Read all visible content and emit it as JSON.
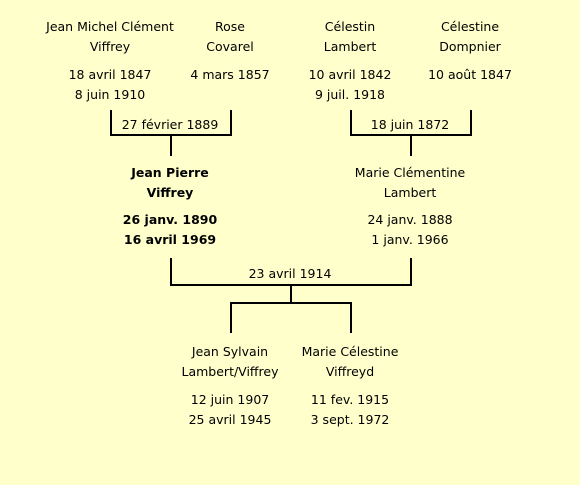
{
  "people": {
    "p1": {
      "name1": "Jean Michel Clément",
      "name2": "Viffrey",
      "birth": "18 avril 1847",
      "death": "8 juin 1910"
    },
    "p2": {
      "name1": "Rose",
      "name2": "Covarel",
      "birth": "4 mars 1857"
    },
    "p3": {
      "name1": "Célestin",
      "name2": "Lambert",
      "birth": "10 avril 1842",
      "death": "9 juil. 1918"
    },
    "p4": {
      "name1": "Célestine",
      "name2": "Dompnier",
      "birth": "10 août 1847"
    },
    "p5": {
      "name1": "Jean Pierre",
      "name2": "Viffrey",
      "birth": "26 janv. 1890",
      "death": "16 avril 1969"
    },
    "p6": {
      "name1": "Marie Clémentine",
      "name2": "Lambert",
      "birth": "24 janv. 1888",
      "death": "1 janv. 1966"
    },
    "p7": {
      "name1": "Jean Sylvain",
      "name2": "Lambert/Viffrey",
      "birth": "12 juin 1907",
      "death": "25 avril 1945"
    },
    "p8": {
      "name1": "Marie Célestine",
      "name2": "Viffreyd",
      "birth": "11 fev. 1915",
      "death": "3 sept. 1972"
    }
  },
  "marriages": {
    "m1": "27 février 1889",
    "m2": "18 juin 1872",
    "m3": "23 avril 1914"
  },
  "colors": {
    "background": "#ffffcc",
    "text": "#000000",
    "lines": "#000000"
  }
}
